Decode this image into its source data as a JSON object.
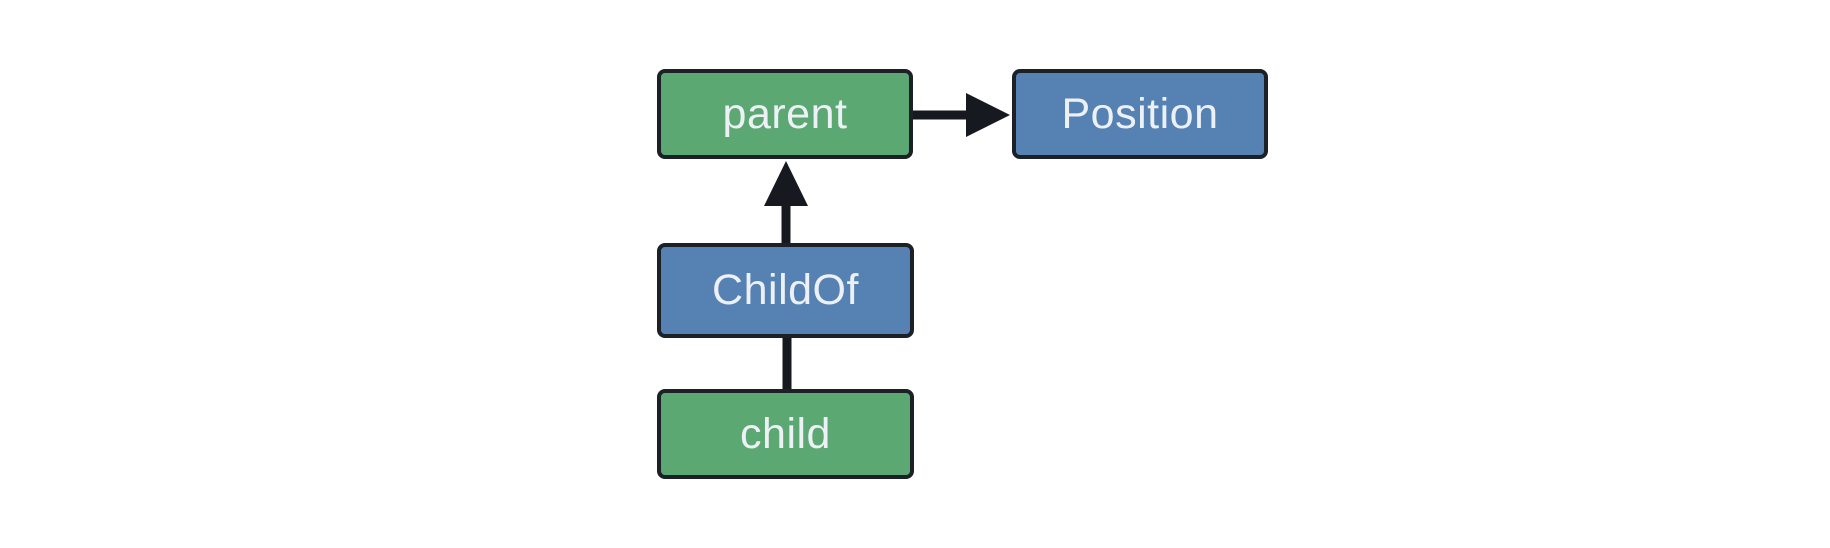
{
  "diagram": {
    "nodes": [
      {
        "id": "parent",
        "label": "parent",
        "fill": "#5CA873"
      },
      {
        "id": "Position",
        "label": "Position",
        "fill": "#5682B3"
      },
      {
        "id": "ChildOf",
        "label": "ChildOf",
        "fill": "#5682B3"
      },
      {
        "id": "child",
        "label": "child",
        "fill": "#5CA873"
      }
    ],
    "edges": [
      {
        "from": "parent",
        "to": "Position",
        "type": "arrow",
        "direction": "right"
      },
      {
        "from": "ChildOf",
        "to": "parent",
        "type": "arrow",
        "direction": "up"
      },
      {
        "from": "child",
        "to": "ChildOf",
        "type": "line",
        "direction": "up"
      }
    ],
    "colors": {
      "entity_fill": "#5CA873",
      "component_fill": "#5682B3",
      "node_border": "#1C2027",
      "edge": "#16191F",
      "label_text": "#EDF1F6",
      "background": "#FFFFFF"
    }
  }
}
